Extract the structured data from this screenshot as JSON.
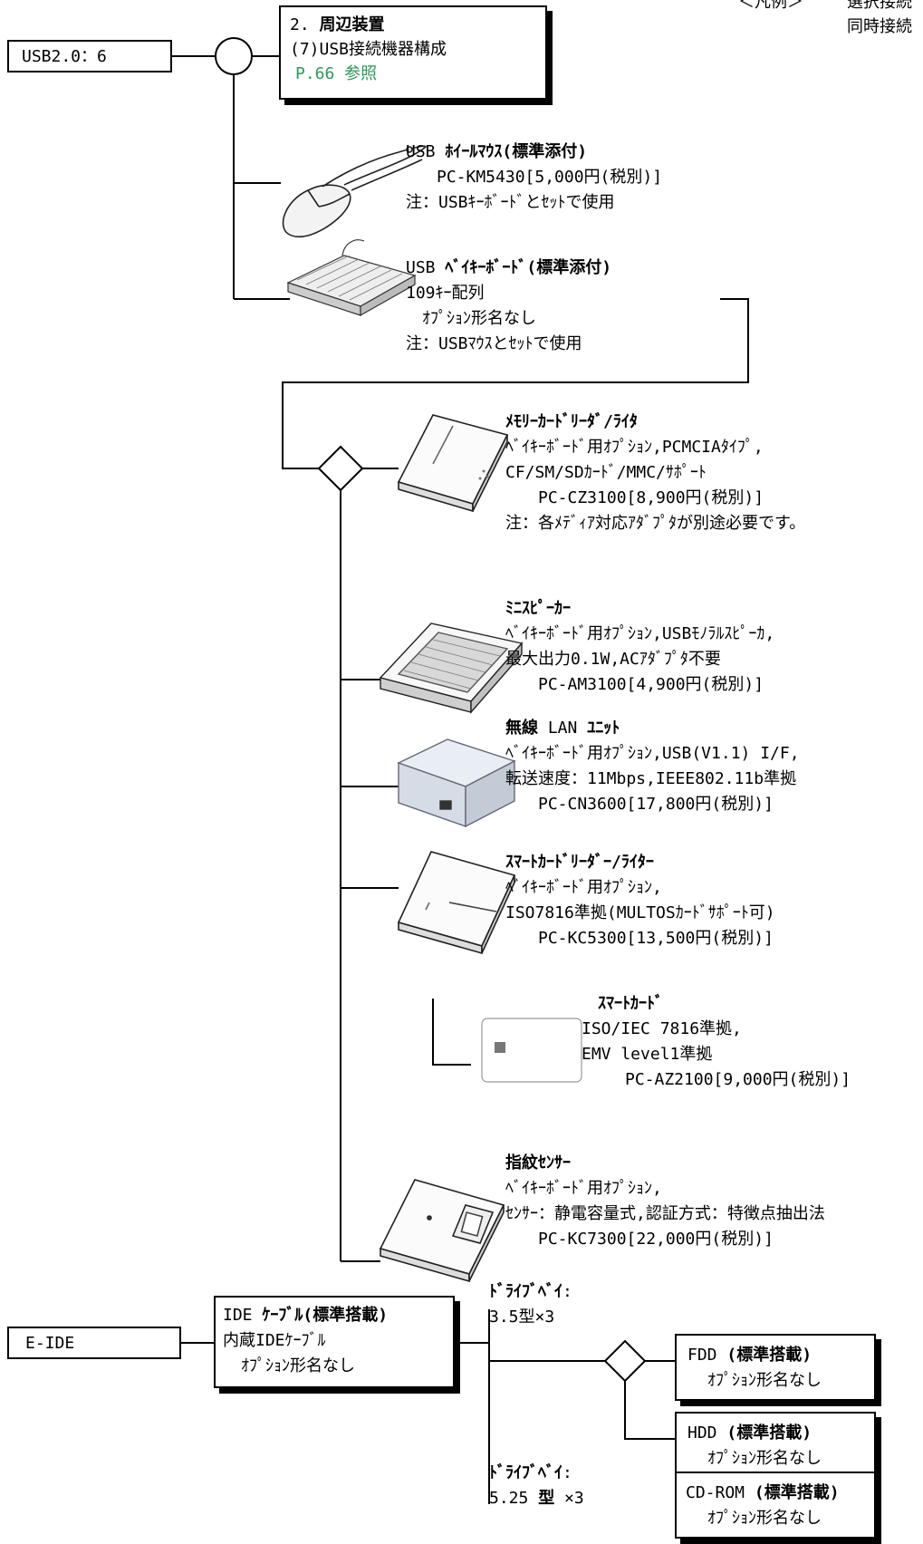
{
  "legend": {
    "prefix": "＜凡例＞",
    "line1": "選択接続",
    "line2": "同時接続"
  },
  "usb_root": {
    "port_label": "USB2.0：6",
    "ref_box": {
      "line1_num": "2.",
      "line1_title": "周辺装置",
      "line2": "(7)USB接続機器構成",
      "line3": "P.66 参照"
    }
  },
  "items": {
    "mouse": {
      "title_prefix": "USB",
      "title": "ﾎｲｰﾙﾏｳｽ(標準添付)",
      "model": "PC-KM5430[5,000円(税別)]",
      "note": "注：USBｷｰﾎﾞｰﾄﾞとｾｯﾄで使用"
    },
    "keyboard": {
      "title_prefix": "USB",
      "title": "ﾍﾞｲｷｰﾎﾞｰﾄﾞ(標準添付)",
      "line2": "109ｷｰ配列",
      "line3": "ｵﾌﾟｼｮﾝ形名なし",
      "note": "注：USBﾏｳｽとｾｯﾄで使用"
    },
    "card_reader": {
      "title": "ﾒﾓﾘｰｶｰﾄﾞﾘｰﾀﾞ/ﾗｲﾀ",
      "line2": "ﾍﾞｲｷｰﾎﾞｰﾄﾞ用ｵﾌﾟｼｮﾝ,PCMCIAﾀｲﾌﾟ,",
      "line3": "CF/SM/SDｶｰﾄﾞ/MMC/ｻﾎﾟｰﾄ",
      "model": "PC-CZ3100[8,900円(税別)]",
      "note": "注：各ﾒﾃﾞｨｱ対応ｱﾀﾞﾌﾟﾀが別途必要です。"
    },
    "speaker": {
      "title": "ﾐﾆｽﾋﾟｰｶｰ",
      "line2": "ﾍﾞｲｷｰﾎﾞｰﾄﾞ用ｵﾌﾟｼｮﾝ,USBﾓﾉﾗﾙｽﾋﾟｰｶ,",
      "line3": "最大出力0.1W,ACｱﾀﾞﾌﾟﾀ不要",
      "model": "PC-AM3100[4,900円(税別)]"
    },
    "wlan": {
      "title_a": "無線",
      "title_b": "LAN",
      "title_c": "ﾕﾆｯﾄ",
      "line2": "ﾍﾞｲｷｰﾎﾞｰﾄﾞ用ｵﾌﾟｼｮﾝ,USB(V1.1) I/F,",
      "line3": "転送速度：11Mbps,IEEE802.11b準拠",
      "model": "PC-CN3600[17,800円(税別)]"
    },
    "smart_reader": {
      "title": "ｽﾏｰﾄｶｰﾄﾞﾘｰﾀﾞｰ/ﾗｲﾀｰ",
      "line2": "ﾍﾞｲｷｰﾎﾞｰﾄﾞ用ｵﾌﾟｼｮﾝ,",
      "line3": "ISO7816準拠(MULTOSｶｰﾄﾞｻﾎﾟｰﾄ可)",
      "model": "PC-KC5300[13,500円(税別)]"
    },
    "smart_card": {
      "title": "ｽﾏｰﾄｶｰﾄﾞ",
      "line2": "ISO/IEC 7816準拠,",
      "line3": "EMV level1準拠",
      "model": "PC-AZ2100[9,000円(税別)]"
    },
    "fingerprint": {
      "title": "指紋ｾﾝｻｰ",
      "line2": "ﾍﾞｲｷｰﾎﾞｰﾄﾞ用ｵﾌﾟｼｮﾝ,",
      "line3": "ｾﾝｻｰ：静電容量式,認証方式：特徴点抽出法",
      "model": "PC-KC7300[22,000円(税別)]"
    }
  },
  "ide": {
    "port_label": "E-IDE",
    "cable": {
      "title_prefix": "IDE",
      "title": "ｹｰﾌﾞﾙ(標準搭載)",
      "line2": "内蔵IDEｹｰﾌﾞﾙ",
      "line3": "ｵﾌﾟｼｮﾝ形名なし"
    },
    "bay1": {
      "label": "ﾄﾞﾗｲﾌﾞﾍﾞｲ",
      "colon": ":",
      "spec": "3.5型×3"
    },
    "bay2": {
      "label": "ﾄﾞﾗｲﾌﾞﾍﾞｲ",
      "colon": ":",
      "spec_a": "5.25",
      "spec_b": "型",
      "spec_c": "×3"
    },
    "fdd": {
      "title_prefix": "FDD",
      "title": "(標準搭載)",
      "line2": "ｵﾌﾟｼｮﾝ形名なし"
    },
    "hdd": {
      "title_prefix": "HDD",
      "title": "(標準搭載)",
      "line2": "ｵﾌﾟｼｮﾝ形名なし"
    },
    "cdrom": {
      "title_prefix": "CD-ROM",
      "title": "(標準搭載)",
      "line2": "ｵﾌﾟｼｮﾝ形名なし"
    }
  },
  "colors": {
    "reference_green": "#2a9a5a"
  }
}
